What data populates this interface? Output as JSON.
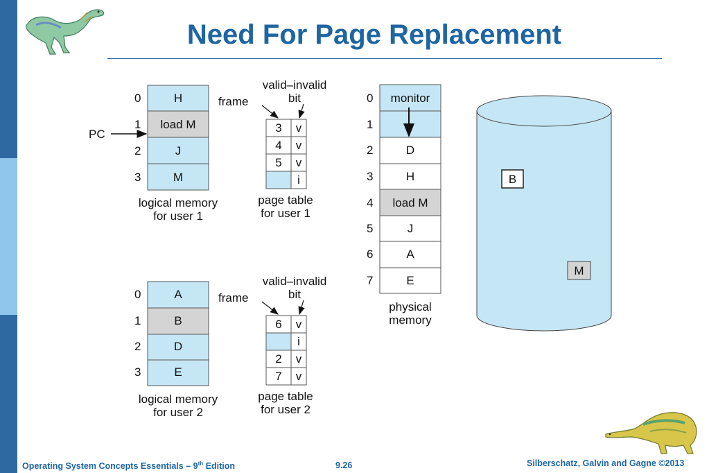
{
  "slide": {
    "title": "Need For Page Replacement"
  },
  "user1": {
    "pc_label": "PC",
    "frame_label": "frame",
    "valid_invalid_line1": "valid–invalid",
    "valid_invalid_line2": "bit",
    "logical_memory": [
      {
        "index": "0",
        "content": "H",
        "shaded": false
      },
      {
        "index": "1",
        "content": "load M",
        "shaded": true
      },
      {
        "index": "2",
        "content": "J",
        "shaded": false
      },
      {
        "index": "3",
        "content": "M",
        "shaded": false
      }
    ],
    "logical_caption_line1": "logical memory",
    "logical_caption_line2": "for user 1",
    "page_table": [
      {
        "frame": "3",
        "bit": "v"
      },
      {
        "frame": "4",
        "bit": "v"
      },
      {
        "frame": "5",
        "bit": "v"
      },
      {
        "frame": "",
        "bit": "i"
      }
    ],
    "table_caption_line1": "page table",
    "table_caption_line2": "for user 1"
  },
  "user2": {
    "frame_label": "frame",
    "valid_invalid_line1": "valid–invalid",
    "valid_invalid_line2": "bit",
    "logical_memory": [
      {
        "index": "0",
        "content": "A",
        "shaded": false
      },
      {
        "index": "1",
        "content": "B",
        "shaded": true
      },
      {
        "index": "2",
        "content": "D",
        "shaded": false
      },
      {
        "index": "3",
        "content": "E",
        "shaded": false
      }
    ],
    "logical_caption_line1": "logical memory",
    "logical_caption_line2": "for user 2",
    "page_table": [
      {
        "frame": "6",
        "bit": "v"
      },
      {
        "frame": "",
        "bit": "i"
      },
      {
        "frame": "2",
        "bit": "v"
      },
      {
        "frame": "7",
        "bit": "v"
      }
    ],
    "table_caption_line1": "page table",
    "table_caption_line2": "for user 2"
  },
  "physical": {
    "frames": [
      {
        "index": "0",
        "content": "monitor",
        "fill": "blue"
      },
      {
        "index": "1",
        "content": "",
        "fill": "blue"
      },
      {
        "index": "2",
        "content": "D",
        "fill": "white"
      },
      {
        "index": "3",
        "content": "H",
        "fill": "white"
      },
      {
        "index": "4",
        "content": "load M",
        "fill": "gray"
      },
      {
        "index": "5",
        "content": "J",
        "fill": "white"
      },
      {
        "index": "6",
        "content": "A",
        "fill": "white"
      },
      {
        "index": "7",
        "content": "E",
        "fill": "white"
      }
    ],
    "caption_line1": "physical",
    "caption_line2": "memory"
  },
  "disk": {
    "box_b": "B",
    "box_m": "M"
  },
  "colors": {
    "blue_fill": "#c5e6f5",
    "gray_fill": "#d4d4d4",
    "disk_fill": "#c5e6f5",
    "title_blue": "#1e65a2"
  },
  "footer": {
    "left_prefix": "Operating System Concepts Essentials – 9",
    "left_sup": "th",
    "left_suffix": " Edition",
    "center": "9.26",
    "right": "Silberschatz, Galvin and Gagne ©2013"
  }
}
